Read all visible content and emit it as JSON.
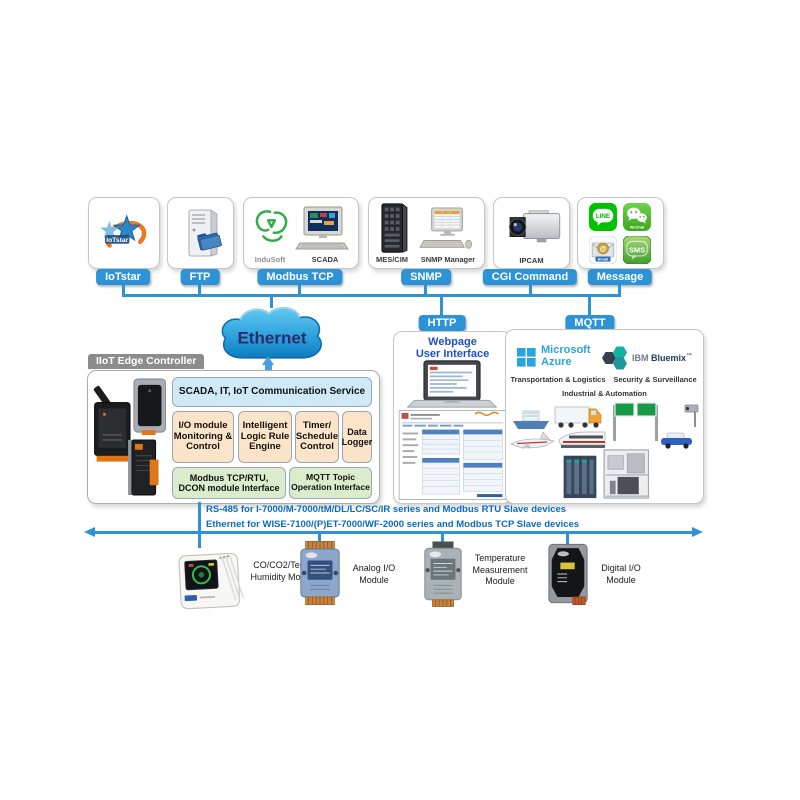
{
  "colors": {
    "accent_blue": "#2e93d6",
    "note_blue": "#0a6ac0",
    "tab_gray": "#8c8c8c",
    "service_block_bg": "#cfe9f7",
    "function_block_bg": "#fce4c8",
    "interface_block_bg": "#daeccb",
    "azure_blue": "#2aa4e0",
    "line_green": "#00c300"
  },
  "top_row": {
    "boxes": [
      {
        "label": "IoTstar",
        "logo_text": "IoTstar"
      },
      {
        "label": "FTP"
      },
      {
        "label": "Modbus TCP",
        "caption_left": "InduSoft",
        "caption_right": "SCADA"
      },
      {
        "label": "SNMP",
        "caption_left": "MES/CIM",
        "caption_right": "SNMP Manager"
      },
      {
        "label": "CGI Command",
        "caption": "IPCAM"
      },
      {
        "label": "Message",
        "apps": {
          "line": "LINE",
          "wechat": "WeChat",
          "email": "Email",
          "sms": "SMS"
        }
      }
    ]
  },
  "network": {
    "cloud_label": "Ethernet",
    "http_label": "HTTP",
    "mqtt_label": "MQTT"
  },
  "webpage_box": {
    "title": "Webpage\nUser Interface"
  },
  "cloud_services_box": {
    "azure": "Microsoft\nAzure",
    "ibm": "IBM",
    "bluemix": "Bluemix",
    "tm": "™",
    "sectors": [
      "Transportation & Logistics",
      "Security & Surveillance",
      "Industrial & Automation"
    ]
  },
  "controller": {
    "tab": "IIoT Edge Controller",
    "service_block": "SCADA, IT, IoT Communication Service",
    "function_blocks": [
      "I/O module\nMonitoring &\nControl",
      "Intelligent\nLogic Rule\nEngine",
      "Timer/\nSchedule\nControl",
      "Data\nLogger"
    ],
    "interface_blocks": [
      "Modbus TCP/RTU,\nDCON module Interface",
      "MQTT Topic\nOperation Interface"
    ]
  },
  "field_bus": {
    "notes": [
      "RS-485 for I-7000/M-7000/tM/DL/LC/SC/IR series and Modbus RTU Slave devices",
      "Ethernet for WISE-7100/(P)ET-7000/WF-2000 series and Modbus TCP Slave devices"
    ],
    "modules": [
      "CO/CO2/Temp/\nHumidity Module",
      "Analog I/O\nModule",
      "Temperature\nMeasurement\nModule",
      "Digital I/O\nModule"
    ]
  }
}
